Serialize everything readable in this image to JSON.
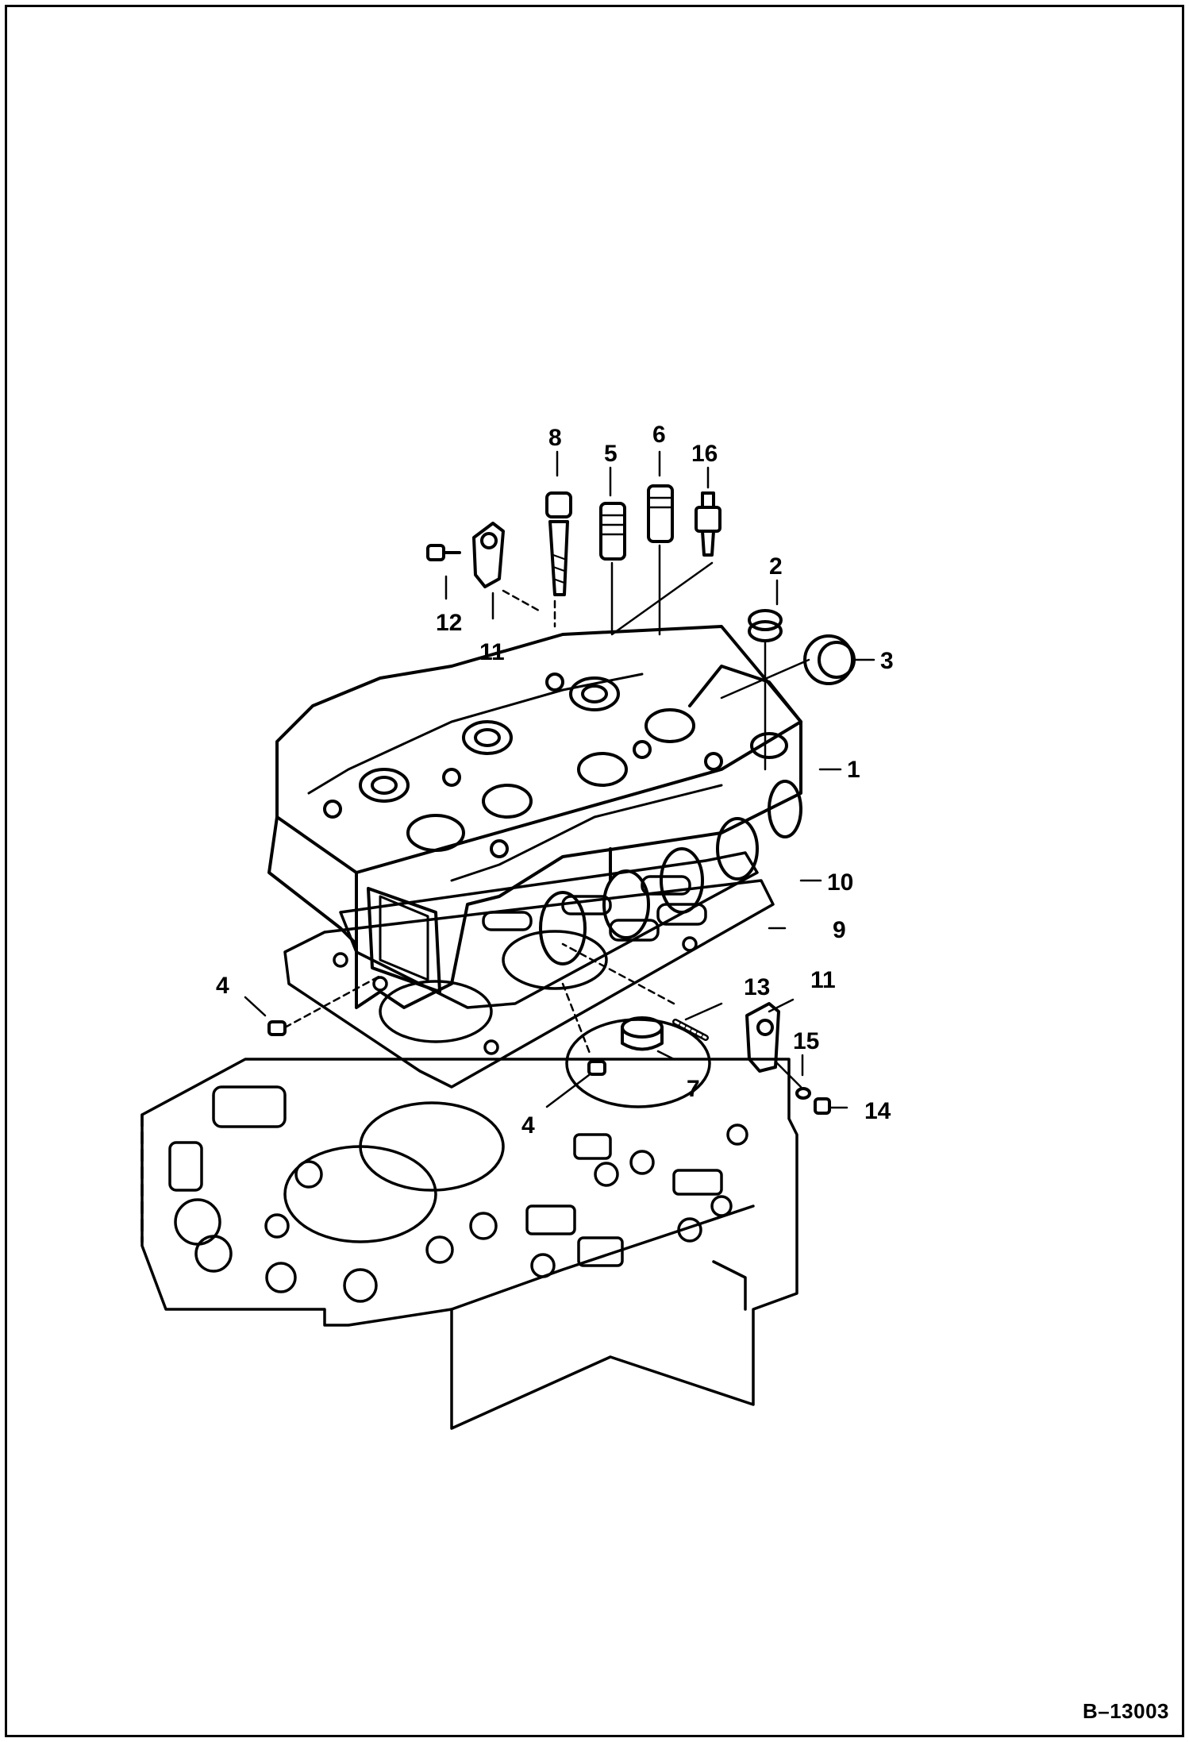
{
  "figure_id": "B–13003",
  "callouts": {
    "c1": "1",
    "c2": "2",
    "c3": "3",
    "c4a": "4",
    "c4b": "4",
    "c5": "5",
    "c6": "6",
    "c7": "7",
    "c8": "8",
    "c9": "9",
    "c10": "10",
    "c11a": "11",
    "c11b": "11",
    "c12": "12",
    "c13": "13",
    "c14": "14",
    "c15": "15",
    "c16": "16"
  },
  "colors": {
    "ink": "#000000",
    "paper": "#ffffff"
  }
}
